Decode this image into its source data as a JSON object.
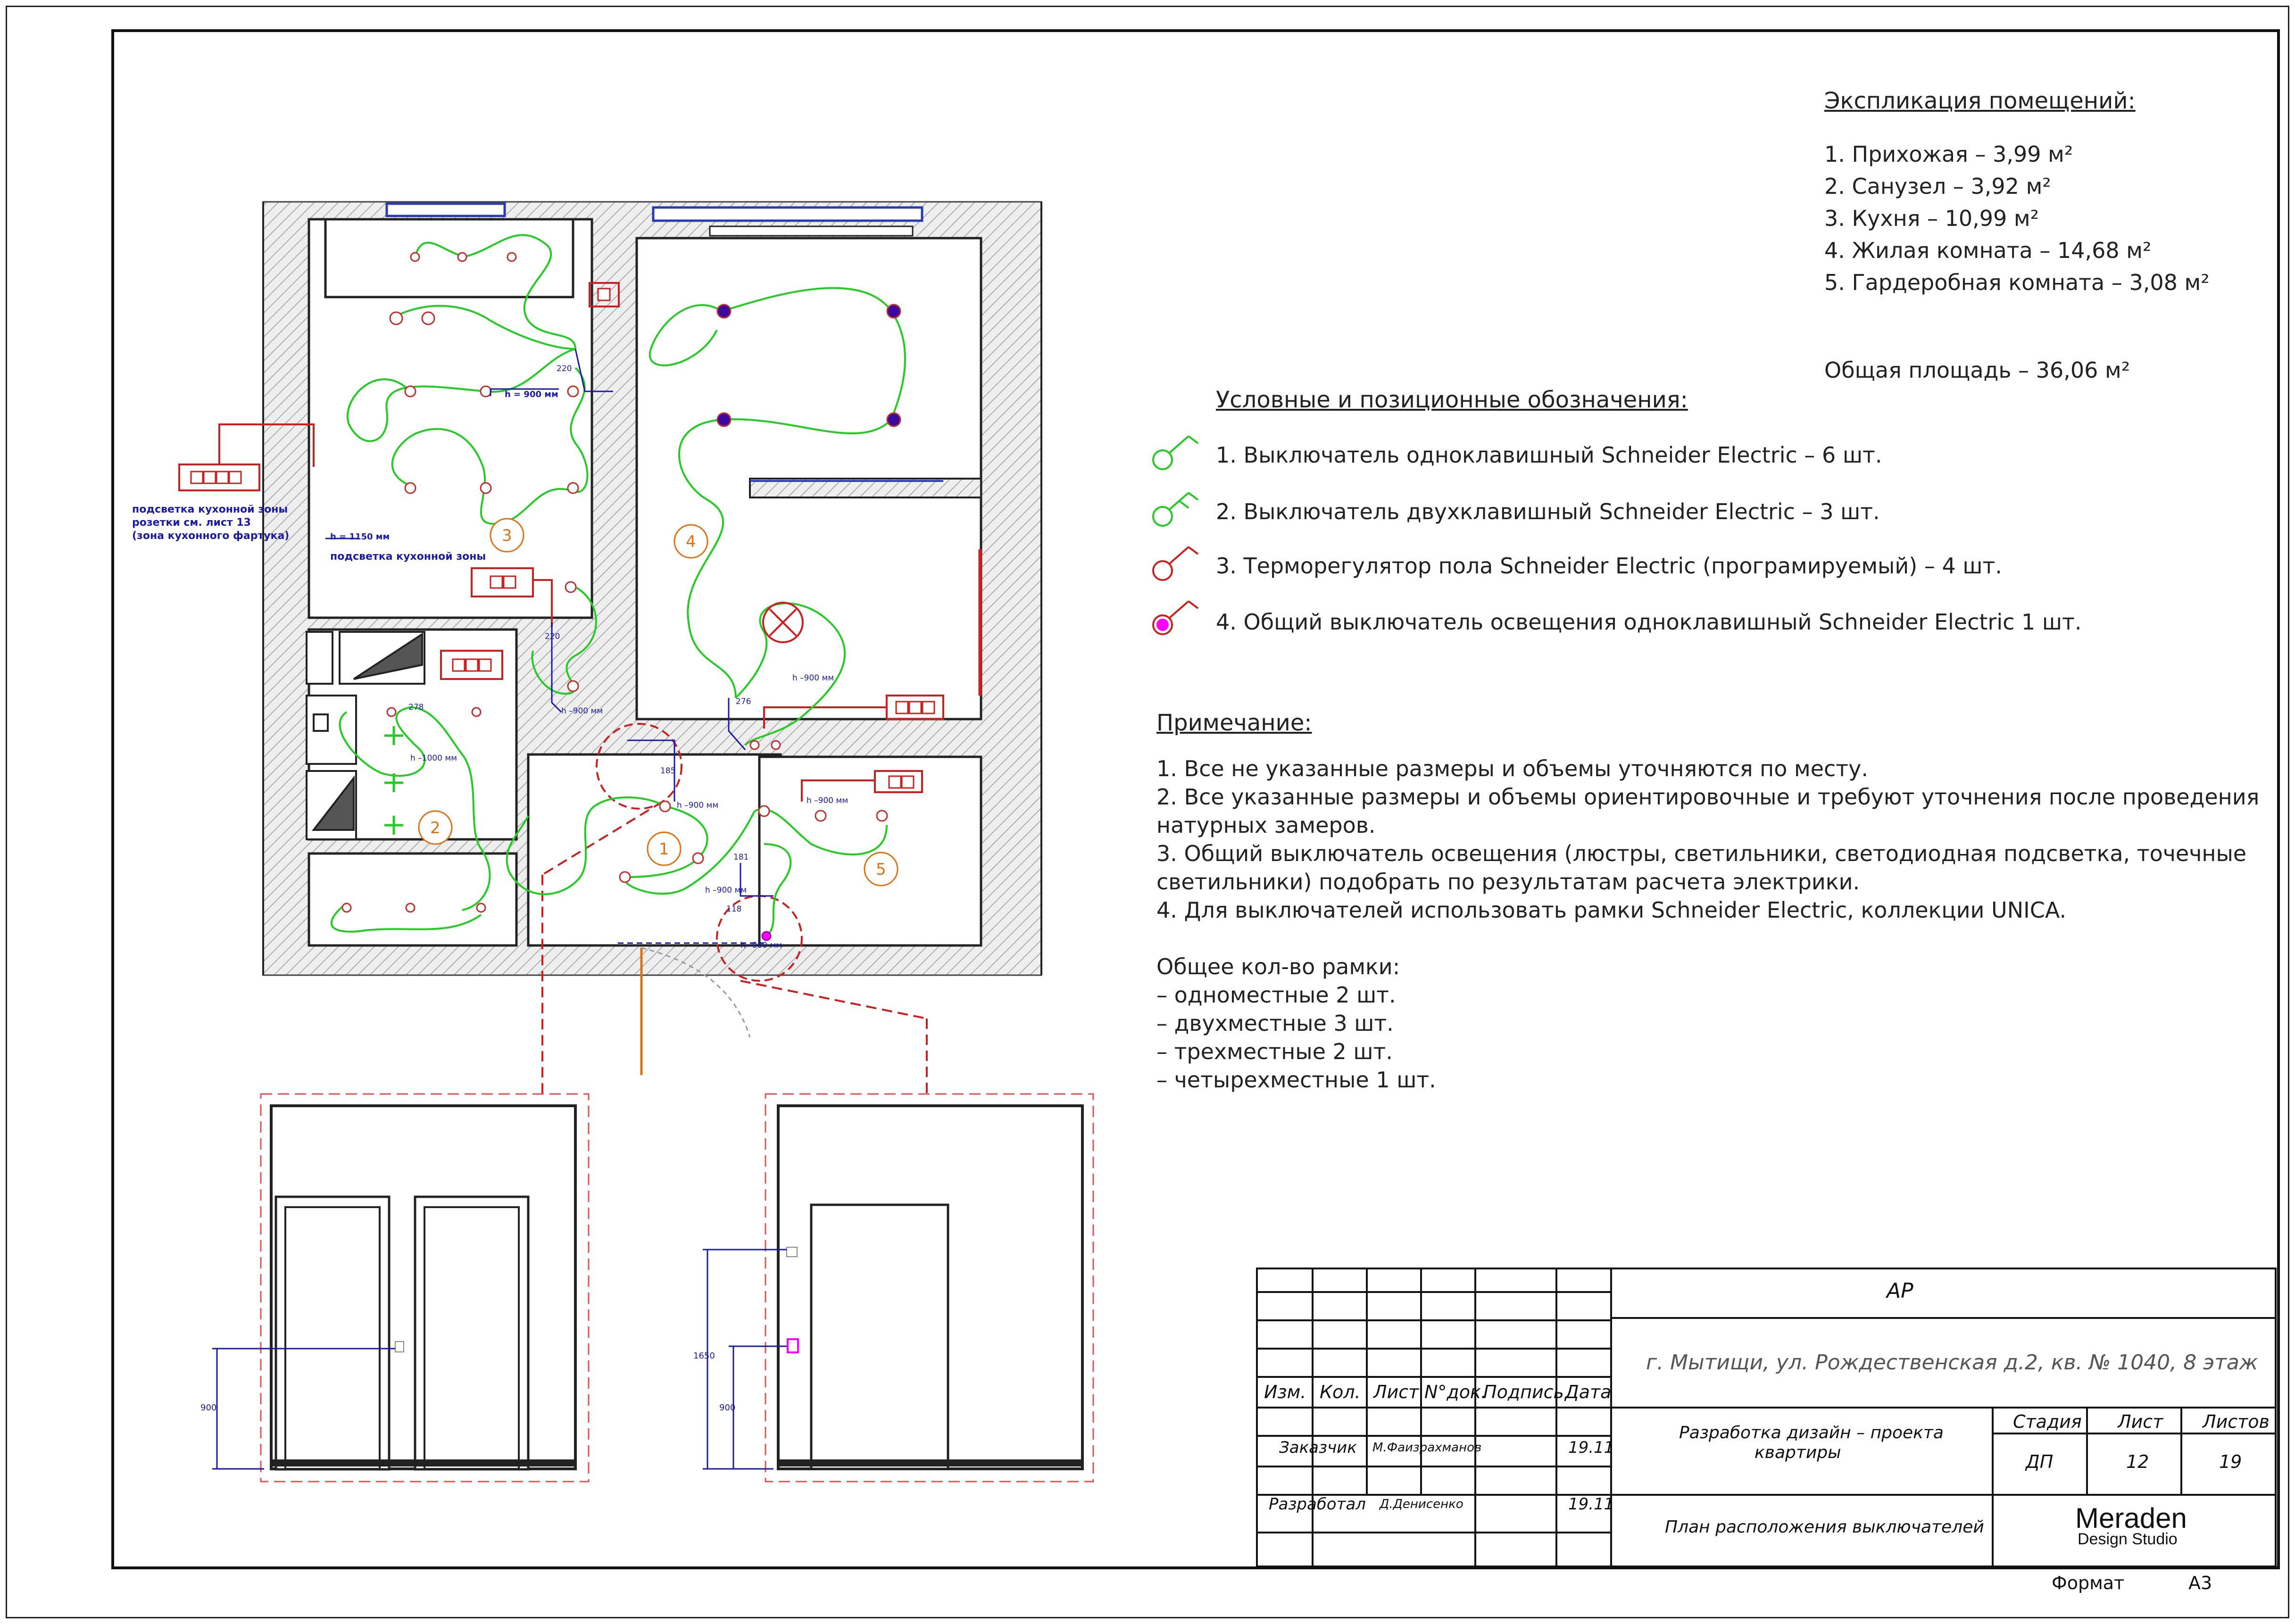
{
  "explication": {
    "title": "Экспликация помещений:",
    "rooms": [
      "1. Прихожая – 3,99 м²",
      "2. Санузел – 3,92 м²",
      "3. Кухня – 10,99 м²",
      "4. Жилая комната – 14,68 м²",
      "5. Гардеробная комната – 3,08 м²"
    ],
    "total": "Общая площадь – 36,06 м²"
  },
  "legend": {
    "title": "Условные и позиционные обозначения:",
    "items": [
      "1.  Выключатель одноклавишный Schneider Electric  – 6 шт.",
      "2. Выключатель двухклавишный Schneider Electric – 3 шт.",
      "3. Терморегулятор пола Schneider Electric (програмируемый) – 4 шт.",
      "4. Общий выключатель освещения одноклавишный Schneider Electric 1 шт."
    ]
  },
  "notes": {
    "title": "Примечание:",
    "lines": [
      "1. Все не указанные размеры и объемы уточняются по месту.",
      "2. Все указанные размеры и объемы ориентировочные и требуют уточнения после проведения",
      "натурных замеров.",
      "3. Общий выключатель освещения (люстры, светильники, светодиодная подсветка, точечные",
      "светильники)  подобрать по результатам расчета электрики.",
      "4. Для выключателей использовать рамки Schneider Electric, коллекции UNICA."
    ],
    "frames_title": "Общее кол-во рамки:",
    "frames": [
      "– одноместные 2 шт.",
      "– двухместные 3 шт.",
      "– трехместные 2 шт.",
      "– четырехместные 1 шт."
    ]
  },
  "plan": {
    "rooms": [
      "1",
      "2",
      "3",
      "4",
      "5"
    ],
    "kitchen_note": [
      "подсветка кухонной зоны",
      "розетки см. лист 13",
      "(зона кухонного фартука)"
    ],
    "kitchen_h": "h = 1150 мм",
    "kitchen_zone": "подсветка кухонной зоны",
    "h900a": "h = 900 мм",
    "h900b": "h –900 мм",
    "h900c": "h –900 мм",
    "h900d": "h –900 мм",
    "h900e": "h –900 мм",
    "h900f": "h –900 мм",
    "h900g": "h –900 мм",
    "h1000": "h –1000 мм",
    "dims": [
      "220",
      "220",
      "278",
      "185",
      "276",
      "181",
      "118"
    ]
  },
  "elevations": {
    "left": {
      "d1": "900"
    },
    "right": {
      "d1": "1650",
      "d2": "900"
    }
  },
  "title_block": {
    "code": "АР",
    "address": "г. Мытищи, ул. Рождественская д.2, кв. № 1040, 8 этаж",
    "cols": [
      "Изм.",
      "Кол.",
      "Лист",
      "N°док.",
      "Подпись",
      "Дата"
    ],
    "customer_role": "Заказчик",
    "customer_name": "М.Фаизрахманов",
    "customer_date": "19.11",
    "dev_role": "Разработал",
    "dev_name": "Д.Денисенко",
    "dev_date": "19.11",
    "project": [
      "Разработка дизайн – проекта",
      "квартиры"
    ],
    "sheet_title": "План расположения выключателей",
    "stage_h": "Стадия",
    "sheet_h": "Лист",
    "sheets_h": "Листов",
    "stage": "ДП",
    "sheet": "12",
    "sheets": "19",
    "brand": "Meraden",
    "brand_sub": "Design Studio"
  },
  "format": {
    "label": "Формат",
    "value": "А3"
  },
  "colors": {
    "green": "#22cc22",
    "red": "#cc2020",
    "blue": "#1a1aa8",
    "orange": "#e07010",
    "magenta": "#ff00ff",
    "purple": "#3a0aa0"
  }
}
